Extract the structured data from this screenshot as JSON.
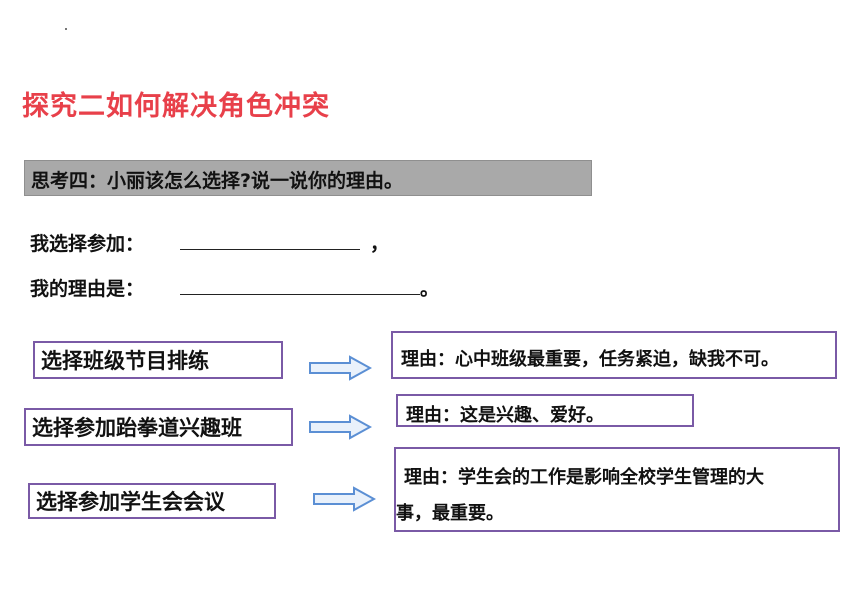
{
  "title": "探究二如何解决角色冲突",
  "banner": "思考四：小丽该怎么选择?说一说你的理由。",
  "prompts": {
    "choice_label": "我选择参加：",
    "choice_punct": "，",
    "reason_label": "我的理由是：",
    "reason_punct": "。"
  },
  "rows": [
    {
      "choice": "选择班级节目排练",
      "reason": [
        "理由：心中班级最重要，任务紧迫，缺我不可。"
      ]
    },
    {
      "choice": "选择参加跆拳道兴趣班",
      "reason": [
        "理由：这是兴趣、爱好。"
      ]
    },
    {
      "choice": "选择参加学生会会议",
      "reason": [
        "理由：学生会的工作是影响全校学生管理的大",
        "事，最重要。"
      ]
    }
  ],
  "colors": {
    "title": "#e8404a",
    "border": "#7a5aa6",
    "arrow": "#5b8fd4",
    "banner": "#a9a9a9"
  }
}
